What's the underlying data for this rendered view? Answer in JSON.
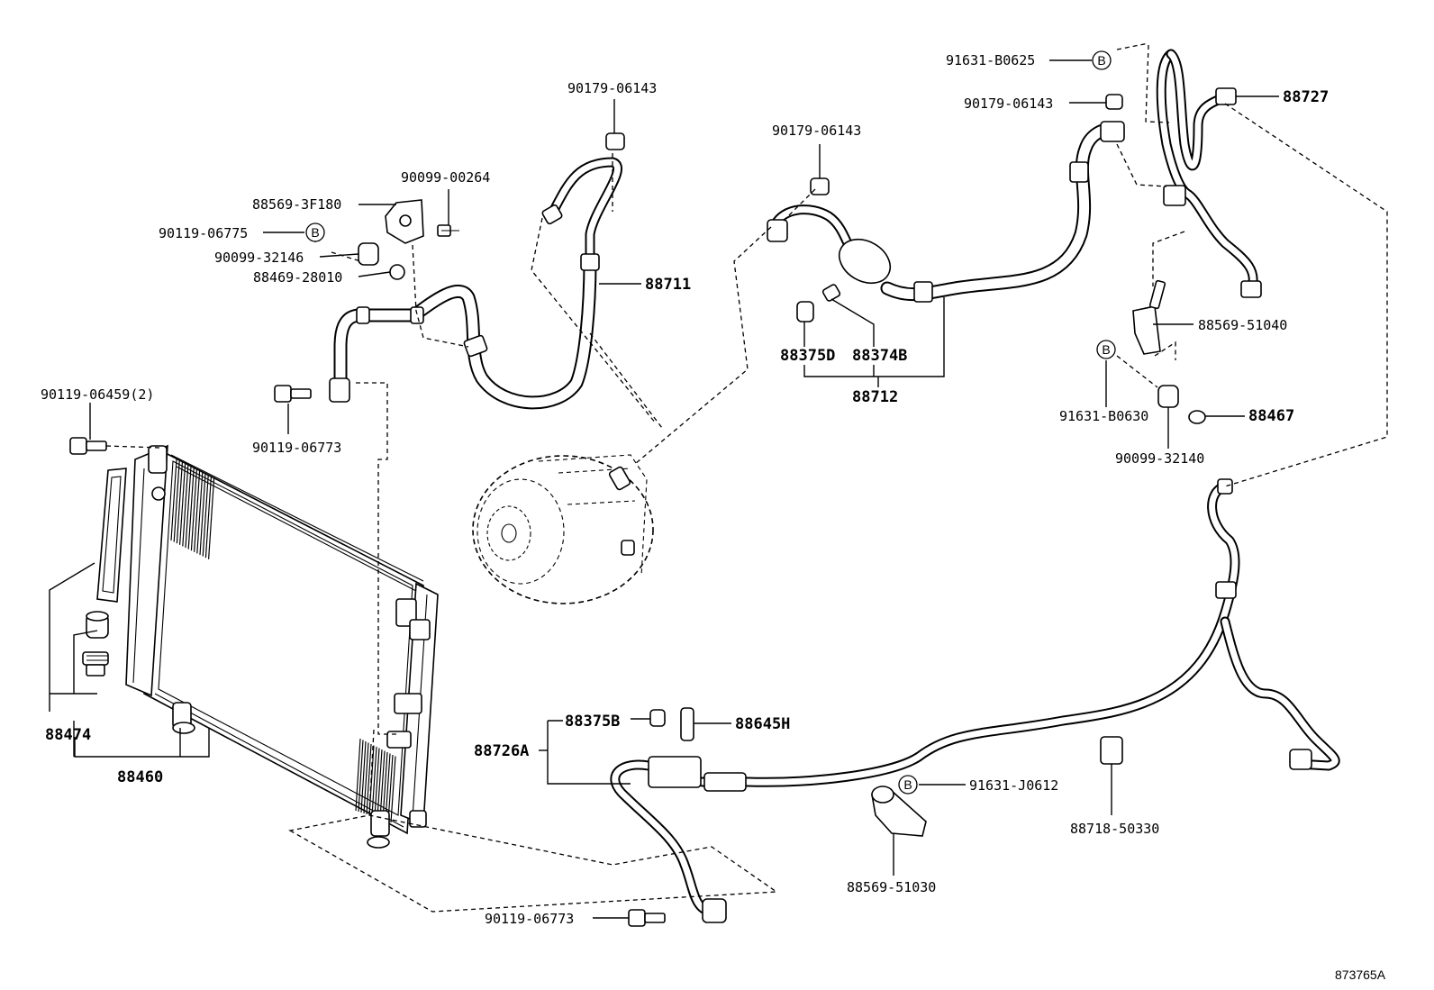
{
  "diagram": {
    "labels": {
      "l_88460": "88460",
      "l_88474": "88474",
      "l_90119_06459": "90119-06459(2)",
      "l_90119_06773_a": "90119-06773",
      "l_88569_3F180": "88569-3F180",
      "l_90099_00264": "90099-00264",
      "l_90119_06775": "90119-06775",
      "l_90099_32146": "90099-32146",
      "l_88469_28010": "88469-28010",
      "l_90179_06143_a": "90179-06143",
      "l_88711": "88711",
      "l_90179_06143_b": "90179-06143",
      "l_88375D": "88375D",
      "l_88374B": "88374B",
      "l_88712": "88712",
      "l_91631_B0625": "91631-B0625",
      "l_90179_06143_c": "90179-06143",
      "l_88727": "88727",
      "l_88569_51040": "88569-51040",
      "l_91631_B0630": "91631-B0630",
      "l_88467": "88467",
      "l_90099_32140": "90099-32140",
      "l_88726A": "88726A",
      "l_88375B": "88375B",
      "l_88645H": "88645H",
      "l_91631_J0612": "91631-J0612",
      "l_88569_51030": "88569-51030",
      "l_88718_50330": "88718-50330",
      "l_90119_06773_b": "90119-06773"
    },
    "circle_marker_letter": "B",
    "figure_code": "873765A"
  }
}
